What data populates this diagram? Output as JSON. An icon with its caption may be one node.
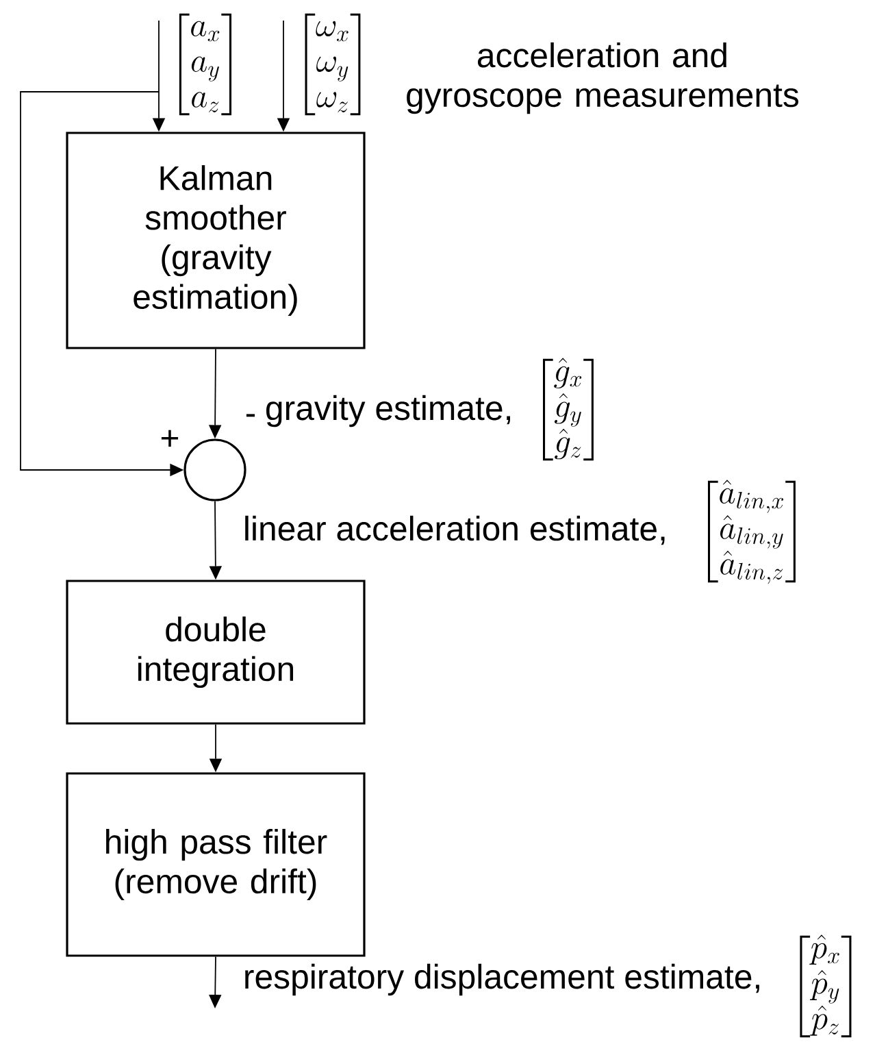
{
  "diagram": {
    "nodes": [
      {
        "text": [
          "Kalman smoother (gravity estimation)"
        ]
      },
      {
        "text": [],
        "shape": "circle"
      },
      {
        "text": [
          "double integration"
        ]
      },
      {
        "text": [
          "high pass filter (remove drift)"
        ]
      }
    ],
    "edges": [
      {
        "from": null,
        "to": 0,
        "arrow": "to"
      },
      {
        "from": null,
        "to": 0,
        "arrow": "to"
      },
      {
        "from": null,
        "to": 1,
        "arrow": "to"
      },
      {
        "from": 0,
        "to": 1,
        "arrow": "to",
        "label": "gravity estimate,"
      },
      {
        "from": 1,
        "to": 2,
        "arrow": "to",
        "label": "linear acceleration estimate,"
      },
      {
        "from": 2,
        "to": 3,
        "arrow": "to"
      },
      {
        "from": 3,
        "to": null,
        "arrow": "to",
        "label": "respiratory displacement estimate,"
      }
    ],
    "labels": [
      "\\begin{bmatrix}a_x\\\\a_y\\\\a_z\\end{bmatrix}",
      "\\begin{bmatrix}\\omega_x\\\\\\omega_y\\\\\\omega_z\\end{bmatrix}",
      "acceleration and gyroscope measurements",
      "-",
      "+",
      "\\begin{bmatrix}\\hat{g}_x\\\\\\hat{g}_y\\\\\\hat{g}_z\\end{bmatrix}",
      "\\begin{bmatrix}\\hat{a}_{lin,x}\\\\\\hat{a}_{lin,y}\\\\\\hat{a}_{lin,z}\\end{bmatrix}",
      "\\begin{bmatrix}\\hat{p}_x\\\\\\hat{p}_y\\\\\\hat{p}_z\\end{bmatrix}"
    ]
  }
}
